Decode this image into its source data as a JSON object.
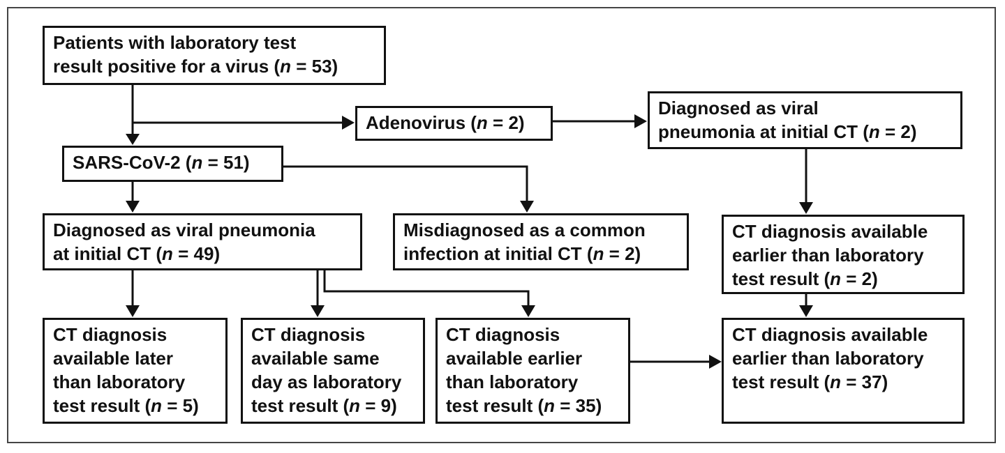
{
  "nodes": {
    "patients": {
      "lines": [
        "Patients with laboratory test",
        "result positive for a virus ("
      ],
      "n_label": "n",
      "n_value": " = 53)"
    },
    "adenovirus": {
      "lines": [
        "Adenovirus ("
      ],
      "n_label": "n",
      "n_value": " = 2)"
    },
    "adeno_viral": {
      "lines": [
        "Diagnosed as viral",
        "pneumonia at initial CT ("
      ],
      "n_label": "n",
      "n_value": " = 2)"
    },
    "sars": {
      "lines": [
        "SARS-CoV-2 ("
      ],
      "n_label": "n",
      "n_value": " = 51)"
    },
    "sars_viral": {
      "lines": [
        "Diagnosed as viral pneumonia",
        "at initial CT ("
      ],
      "n_label": "n",
      "n_value": " = 49)"
    },
    "misdiagnosed": {
      "lines": [
        "Misdiagnosed as a common",
        "infection at initial CT ("
      ],
      "n_label": "n",
      "n_value": " = 2)"
    },
    "adeno_earlier": {
      "lines": [
        "CT diagnosis available",
        "earlier than laboratory",
        "test result ("
      ],
      "n_label": "n",
      "n_value": " = 2)"
    },
    "later": {
      "lines": [
        "CT diagnosis",
        "available later",
        "than laboratory",
        "test result ("
      ],
      "n_label": "n",
      "n_value": " = 5)"
    },
    "same_day": {
      "lines": [
        "CT diagnosis",
        "available same",
        "day as laboratory",
        "test result ("
      ],
      "n_label": "n",
      "n_value": " = 9)"
    },
    "earlier": {
      "lines": [
        "CT diagnosis",
        "available earlier",
        "than laboratory",
        "test result ("
      ],
      "n_label": "n",
      "n_value": " = 35)"
    },
    "total_earlier": {
      "lines": [
        "CT diagnosis available",
        "earlier than laboratory",
        "test result ("
      ],
      "n_label": "n",
      "n_value": " = 37)"
    }
  }
}
